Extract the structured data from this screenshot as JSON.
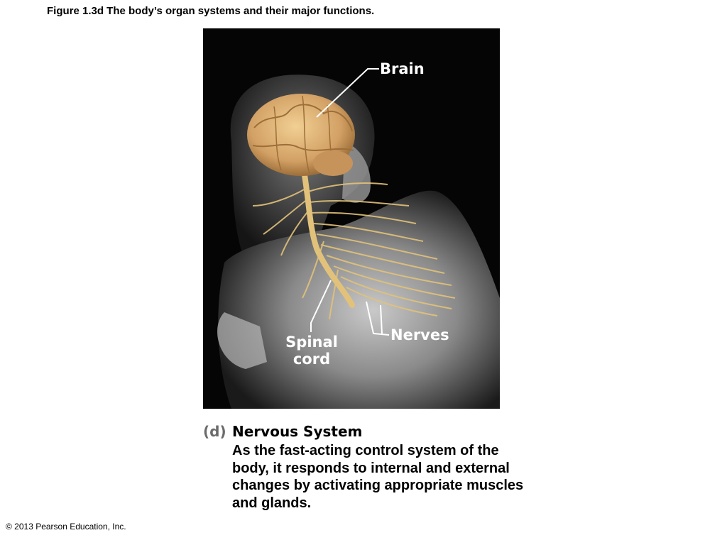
{
  "figure_title": "Figure 1.3d  The body’s organ systems and their major functions.",
  "labels": {
    "brain": "Brain",
    "spinal_cord_line1": "Spinal",
    "spinal_cord_line2": "cord",
    "nerves": "Nerves"
  },
  "caption": {
    "letter": "(d)",
    "title": "Nervous System",
    "body": "As the fast-acting control system of the body, it responds to internal and external changes by activating appropriate muscles and glands."
  },
  "copyright": "© 2013 Pearson Education, Inc.",
  "colors": {
    "photo_background": "#050505",
    "nerve": "#e2c27a",
    "brain": "#d7a86a",
    "caption_letter": "#6b6b6b"
  }
}
